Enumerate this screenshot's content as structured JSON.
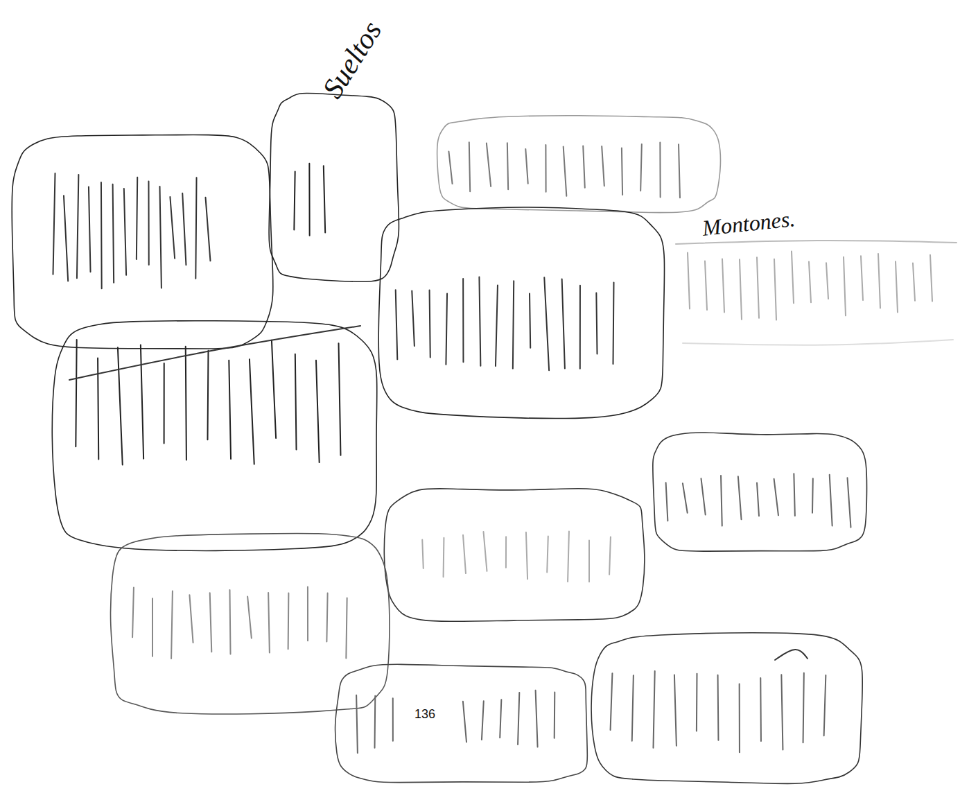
{
  "diagram": {
    "labels": [
      "Sueltos",
      "Montones.",
      "136"
    ]
  }
}
